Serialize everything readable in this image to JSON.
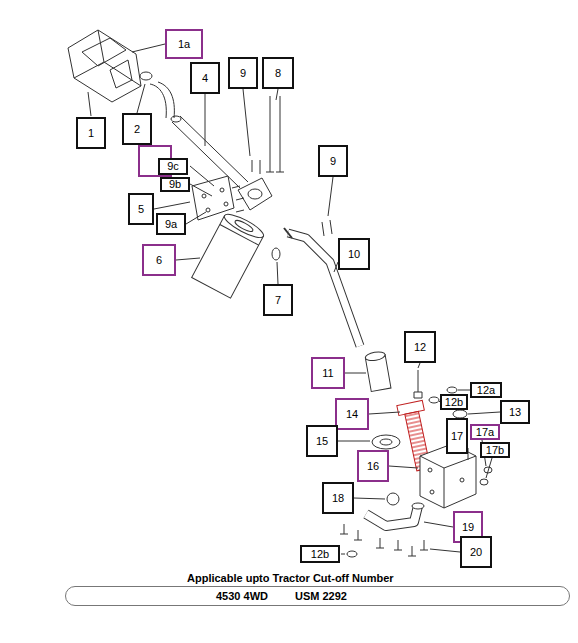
{
  "diagram": {
    "nodes": [
      {
        "text": [
          "1a"
        ]
      },
      {
        "text": [
          "9"
        ]
      },
      {
        "text": [
          "8"
        ]
      },
      {
        "text": [
          "4"
        ]
      },
      {
        "text": [
          "2"
        ]
      },
      {
        "text": [
          "1"
        ]
      },
      {
        "text": [
          "9"
        ]
      },
      {
        "text": [
          "9c"
        ]
      },
      {
        "text": [
          "9b"
        ]
      },
      {
        "text": [
          "5"
        ]
      },
      {
        "text": [
          "9a"
        ]
      },
      {
        "text": [
          "10"
        ]
      },
      {
        "text": [
          "6"
        ]
      },
      {
        "text": [
          "7"
        ]
      },
      {
        "text": [
          "12"
        ]
      },
      {
        "text": [
          "11"
        ]
      },
      {
        "text": [
          "12a"
        ]
      },
      {
        "text": [
          "12b"
        ]
      },
      {
        "text": [
          "14"
        ]
      },
      {
        "text": [
          "13"
        ]
      },
      {
        "text": [
          "17"
        ]
      },
      {
        "text": [
          "17a"
        ]
      },
      {
        "text": [
          "17b"
        ]
      },
      {
        "text": [
          "15"
        ]
      },
      {
        "text": [
          "16"
        ]
      },
      {
        "text": [
          "18"
        ]
      },
      {
        "text": [
          "19"
        ]
      },
      {
        "text": [
          "20"
        ]
      },
      {
        "text": [
          "12b"
        ]
      },
      {
        "text": [
          "Applicable upto Tractor Cut-off Number",
          "4530 4WD",
          "USM 2292"
        ]
      }
    ]
  }
}
